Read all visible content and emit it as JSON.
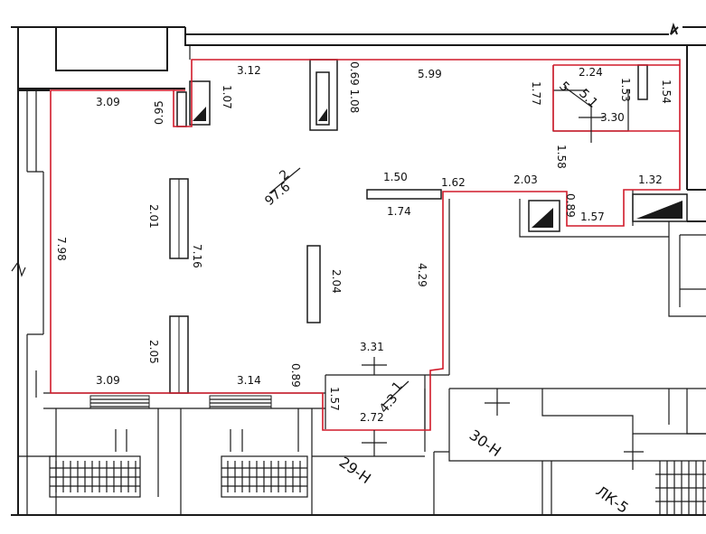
{
  "plan": {
    "dimensions": {
      "top_a": "3.12",
      "top_b": "5.99",
      "top_left": "3.09",
      "v_095": "0.95",
      "v_107": "1.07",
      "v_069_108": "0.69 1.08",
      "sm_224": "2.24",
      "sm_177": "1.77",
      "sm_153": "1.53",
      "sm_154": "1.54",
      "sm_330": "3.30",
      "sm_158": "1.58",
      "mid_150": "1.50",
      "mid_162": "1.62",
      "mid_203": "2.03",
      "mid_132": "1.32",
      "mid_174": "1.74",
      "mid_089": "0.89",
      "mid_157": "1.57",
      "left_798": "7.98",
      "col_201": "2.01",
      "col_716": "7.16",
      "col_204": "2.04",
      "col_205": "2.05",
      "right_429": "4.29",
      "bot_309": "3.09",
      "bot_314": "3.14",
      "bot_089": "0.89",
      "bot_331": "3.31",
      "bot_157": "1.57",
      "bot_272": "2.72"
    },
    "rooms": {
      "main": "97.6",
      "main_num": "2",
      "small": "5.1",
      "small_num": "5",
      "bottom": "4.3",
      "bottom_num": "1"
    },
    "units": {
      "u29": "29-Н",
      "u30": "30-Н",
      "lk": "ЛК-5"
    }
  },
  "colors": {
    "boundary": "#d11a2a",
    "walls": "#1a1a1a"
  }
}
